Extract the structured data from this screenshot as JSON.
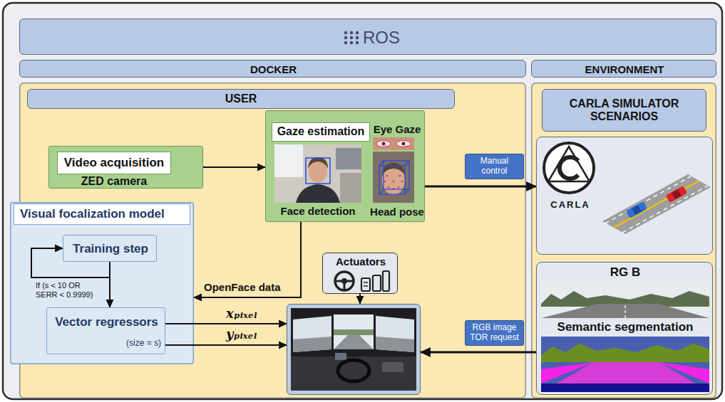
{
  "diagram": {
    "nodes": [
      {
        "text": [
          "ROS"
        ]
      },
      {
        "text": [
          "DOCKER"
        ]
      },
      {
        "text": [
          "ENVIRONMENT"
        ]
      },
      {
        "text": [
          "USER"
        ]
      },
      {
        "text": [
          "Video acquisition",
          "ZED camera"
        ],
        "in": 3
      },
      {
        "text": [
          "Gaze estimation",
          "Eye Gaze",
          "Face detection",
          "Head pose"
        ],
        "in": 3
      },
      {
        "text": [
          "Visual focalization model"
        ],
        "in": 3
      },
      {
        "text": [
          "Training step"
        ],
        "in": 6
      },
      {
        "text": [
          "Vector regressors",
          "(size = s)"
        ],
        "in": 6
      },
      {
        "text": [
          "Actuators"
        ],
        "in": 3
      },
      {
        "text": [],
        "in": 3
      },
      {
        "text": [
          "CARLA SIMULATOR SCENARIOS"
        ]
      },
      {
        "text": [
          "CARLA"
        ],
        "in": 11
      },
      {
        "text": [
          "RG B",
          "Semantic segmentation"
        ],
        "in": 11
      }
    ],
    "edges": [
      {
        "from": 4,
        "to": 5,
        "arrow": "to"
      },
      {
        "from": 5,
        "to": 6,
        "label": "OpenFace data",
        "arrow": "to"
      },
      {
        "from": 7,
        "to": 8,
        "arrow": "to"
      },
      {
        "from": 7,
        "to": 7,
        "label": "If (s < 10 OR SERR < 0.9999)",
        "arrow": "to"
      },
      {
        "from": 8,
        "to": 10,
        "label": "xₚᵢₓₑₗ",
        "arrow": "to"
      },
      {
        "from": 8,
        "to": 10,
        "label": "yₚᵢₓₑₗ",
        "arrow": "to"
      },
      {
        "from": 9,
        "to": 10,
        "arrow": "to"
      },
      {
        "from": 5,
        "to": 12,
        "label": "Manual control",
        "arrow": "to"
      },
      {
        "from": 13,
        "to": 10,
        "label": "RGB image TOR request",
        "arrow": "to"
      }
    ]
  }
}
